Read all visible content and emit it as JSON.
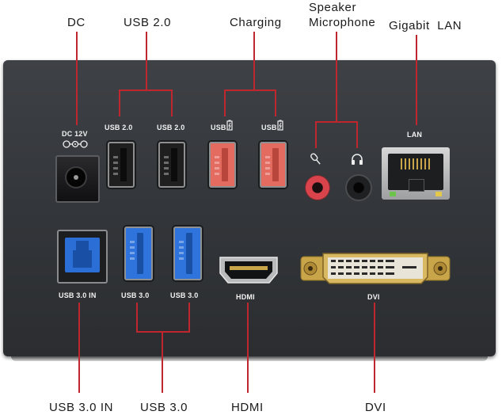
{
  "callouts": {
    "dc": "DC",
    "usb20": "USB 2.0",
    "charging": "Charging",
    "speaker": "Speaker",
    "microphone": "Microphone",
    "gigabit_lan": "Gigabit  LAN",
    "usb30_in": "USB 3.0 IN",
    "usb30": "USB 3.0",
    "hdmi": "HDMI",
    "dvi": "DVI"
  },
  "port_labels": {
    "dc": "DC 12V",
    "usb20_a": "USB 2.0",
    "usb20_b": "USB 2.0",
    "usb_charge_a": "USB",
    "usb_charge_b": "USB",
    "lan": "LAN",
    "usb30_in": "USB 3.0 IN",
    "usb30_a": "USB 3.0",
    "usb30_b": "USB 3.0",
    "hdmi": "HDMI",
    "dvi": "DVI"
  },
  "colors": {
    "body": "#35383c",
    "leader": "#c0262d",
    "usb2": "#1c1c1c",
    "usb_charge": "#e0655a",
    "usb3": "#2b6fd6",
    "mic_jack": "#d9434b",
    "speaker_jack": "#1f2022",
    "dvi_metal": "#c9a54a"
  },
  "icons": [
    "microphone-icon",
    "headphones-icon",
    "battery-charging-icon",
    "dc-polarity-icon"
  ]
}
